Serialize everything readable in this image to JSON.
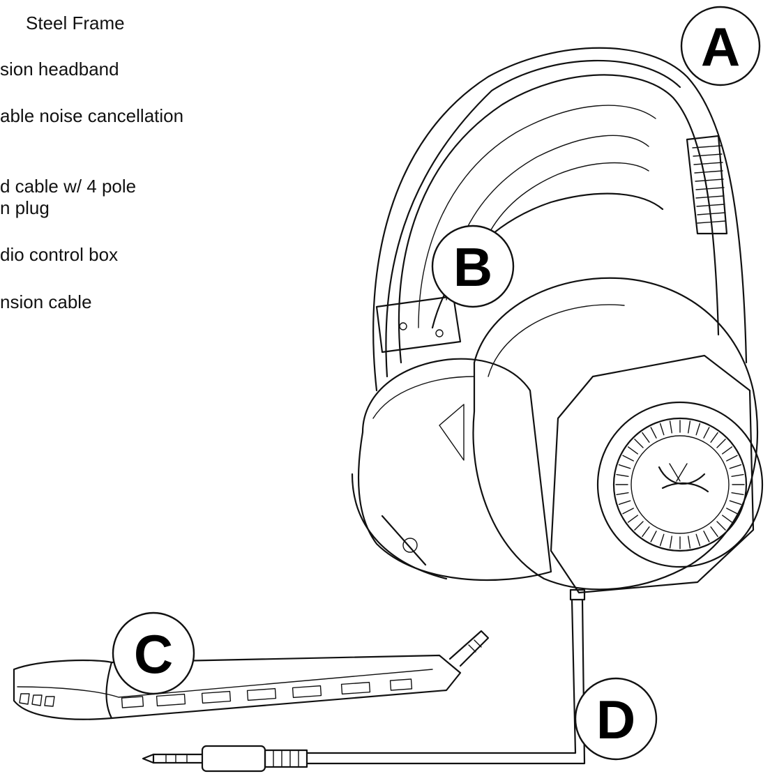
{
  "legend": [
    "Steel Frame",
    "sion headband",
    "able noise cancellation",
    "d cable w/ 4 pole",
    "n plug",
    "dio control box",
    "nsion cable"
  ],
  "callouts": [
    "A",
    "B",
    "C",
    "D"
  ],
  "brand_mark": "hx-logo"
}
